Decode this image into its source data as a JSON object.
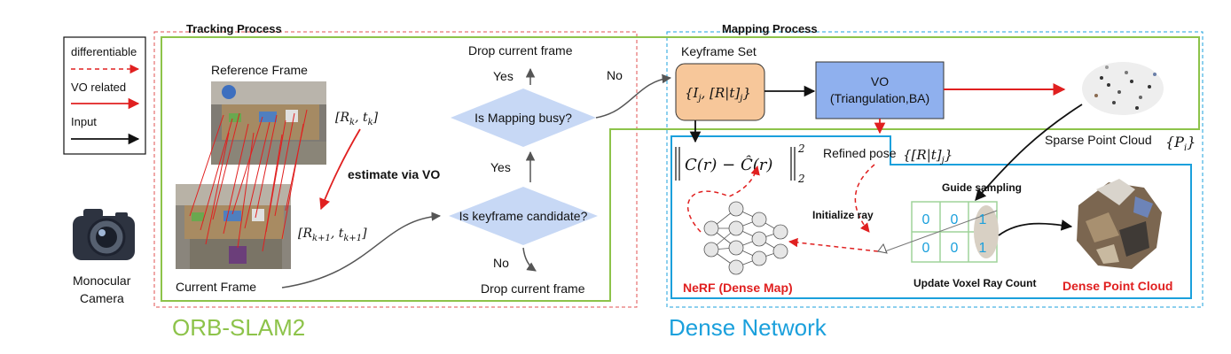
{
  "legend": {
    "differentiable": "differentiable",
    "vo_related": "VO related",
    "input": "Input"
  },
  "camera": {
    "label_line1": "Monocular",
    "label_line2": "Camera"
  },
  "tracking": {
    "title": "Tracking Process",
    "reference_frame": "Reference Frame",
    "current_frame": "Current Frame",
    "pose_k": "[R",
    "pose_k_sub": "k",
    "pose_k_t": ", t",
    "pose_k_close": "]",
    "pose_k1": "[R",
    "pose_k1_sub": "k+1",
    "pose_k1_t": ", t",
    "pose_k1_close": "]",
    "estimate_via_vo": "estimate via VO",
    "drop_top": "Drop current frame",
    "yes_top": "Yes",
    "no_top": "No",
    "mapping_busy": "Is Mapping busy?",
    "yes_mid": "Yes",
    "keyframe_candidate": "Is keyframe candidate?",
    "no_bottom": "No",
    "drop_bottom": "Drop current frame"
  },
  "mapping": {
    "title": "Mapping Process",
    "keyframe_set": "Keyframe Set",
    "keyframe_formula": "{I",
    "keyframe_formula_sub": "j",
    "keyframe_formula_mid": ", [R|t]",
    "keyframe_formula_sub2": "j",
    "keyframe_formula_close": "}",
    "vo_line1": "VO",
    "vo_line2": "(Triangulation,BA)",
    "sparse_point_cloud": "Sparse Point Cloud",
    "sparse_formula": "{P",
    "sparse_formula_sub": "i",
    "sparse_formula_close": "}",
    "refined_pose": "Refined pose",
    "refined_formula": "{[R|t]",
    "refined_formula_sub": "j",
    "refined_formula_close": "}",
    "loss_formula": "C(r) − Ĉ(r)",
    "loss_exp": "2",
    "loss_sub": "2",
    "guide_sampling": "Guide sampling",
    "initialize_ray": "Initialize ray",
    "voxel_cells": [
      "0",
      "0",
      "1",
      "0",
      "0",
      "1"
    ],
    "update_voxel": "Update Voxel Ray Count",
    "nerf_label": "NeRF (Dense Map)",
    "dense_point_cloud": "Dense Point Cloud"
  },
  "bottom_labels": {
    "orb_slam2": "ORB-SLAM2",
    "dense_network": "Dense Network"
  },
  "colors": {
    "green": "#8dc34a",
    "blue": "#1ba0dc",
    "red": "#e02020",
    "keyframe_fill": "#f7c79a",
    "vo_fill": "#8fb0ee",
    "diamond_fill": "#c7d8f5"
  }
}
